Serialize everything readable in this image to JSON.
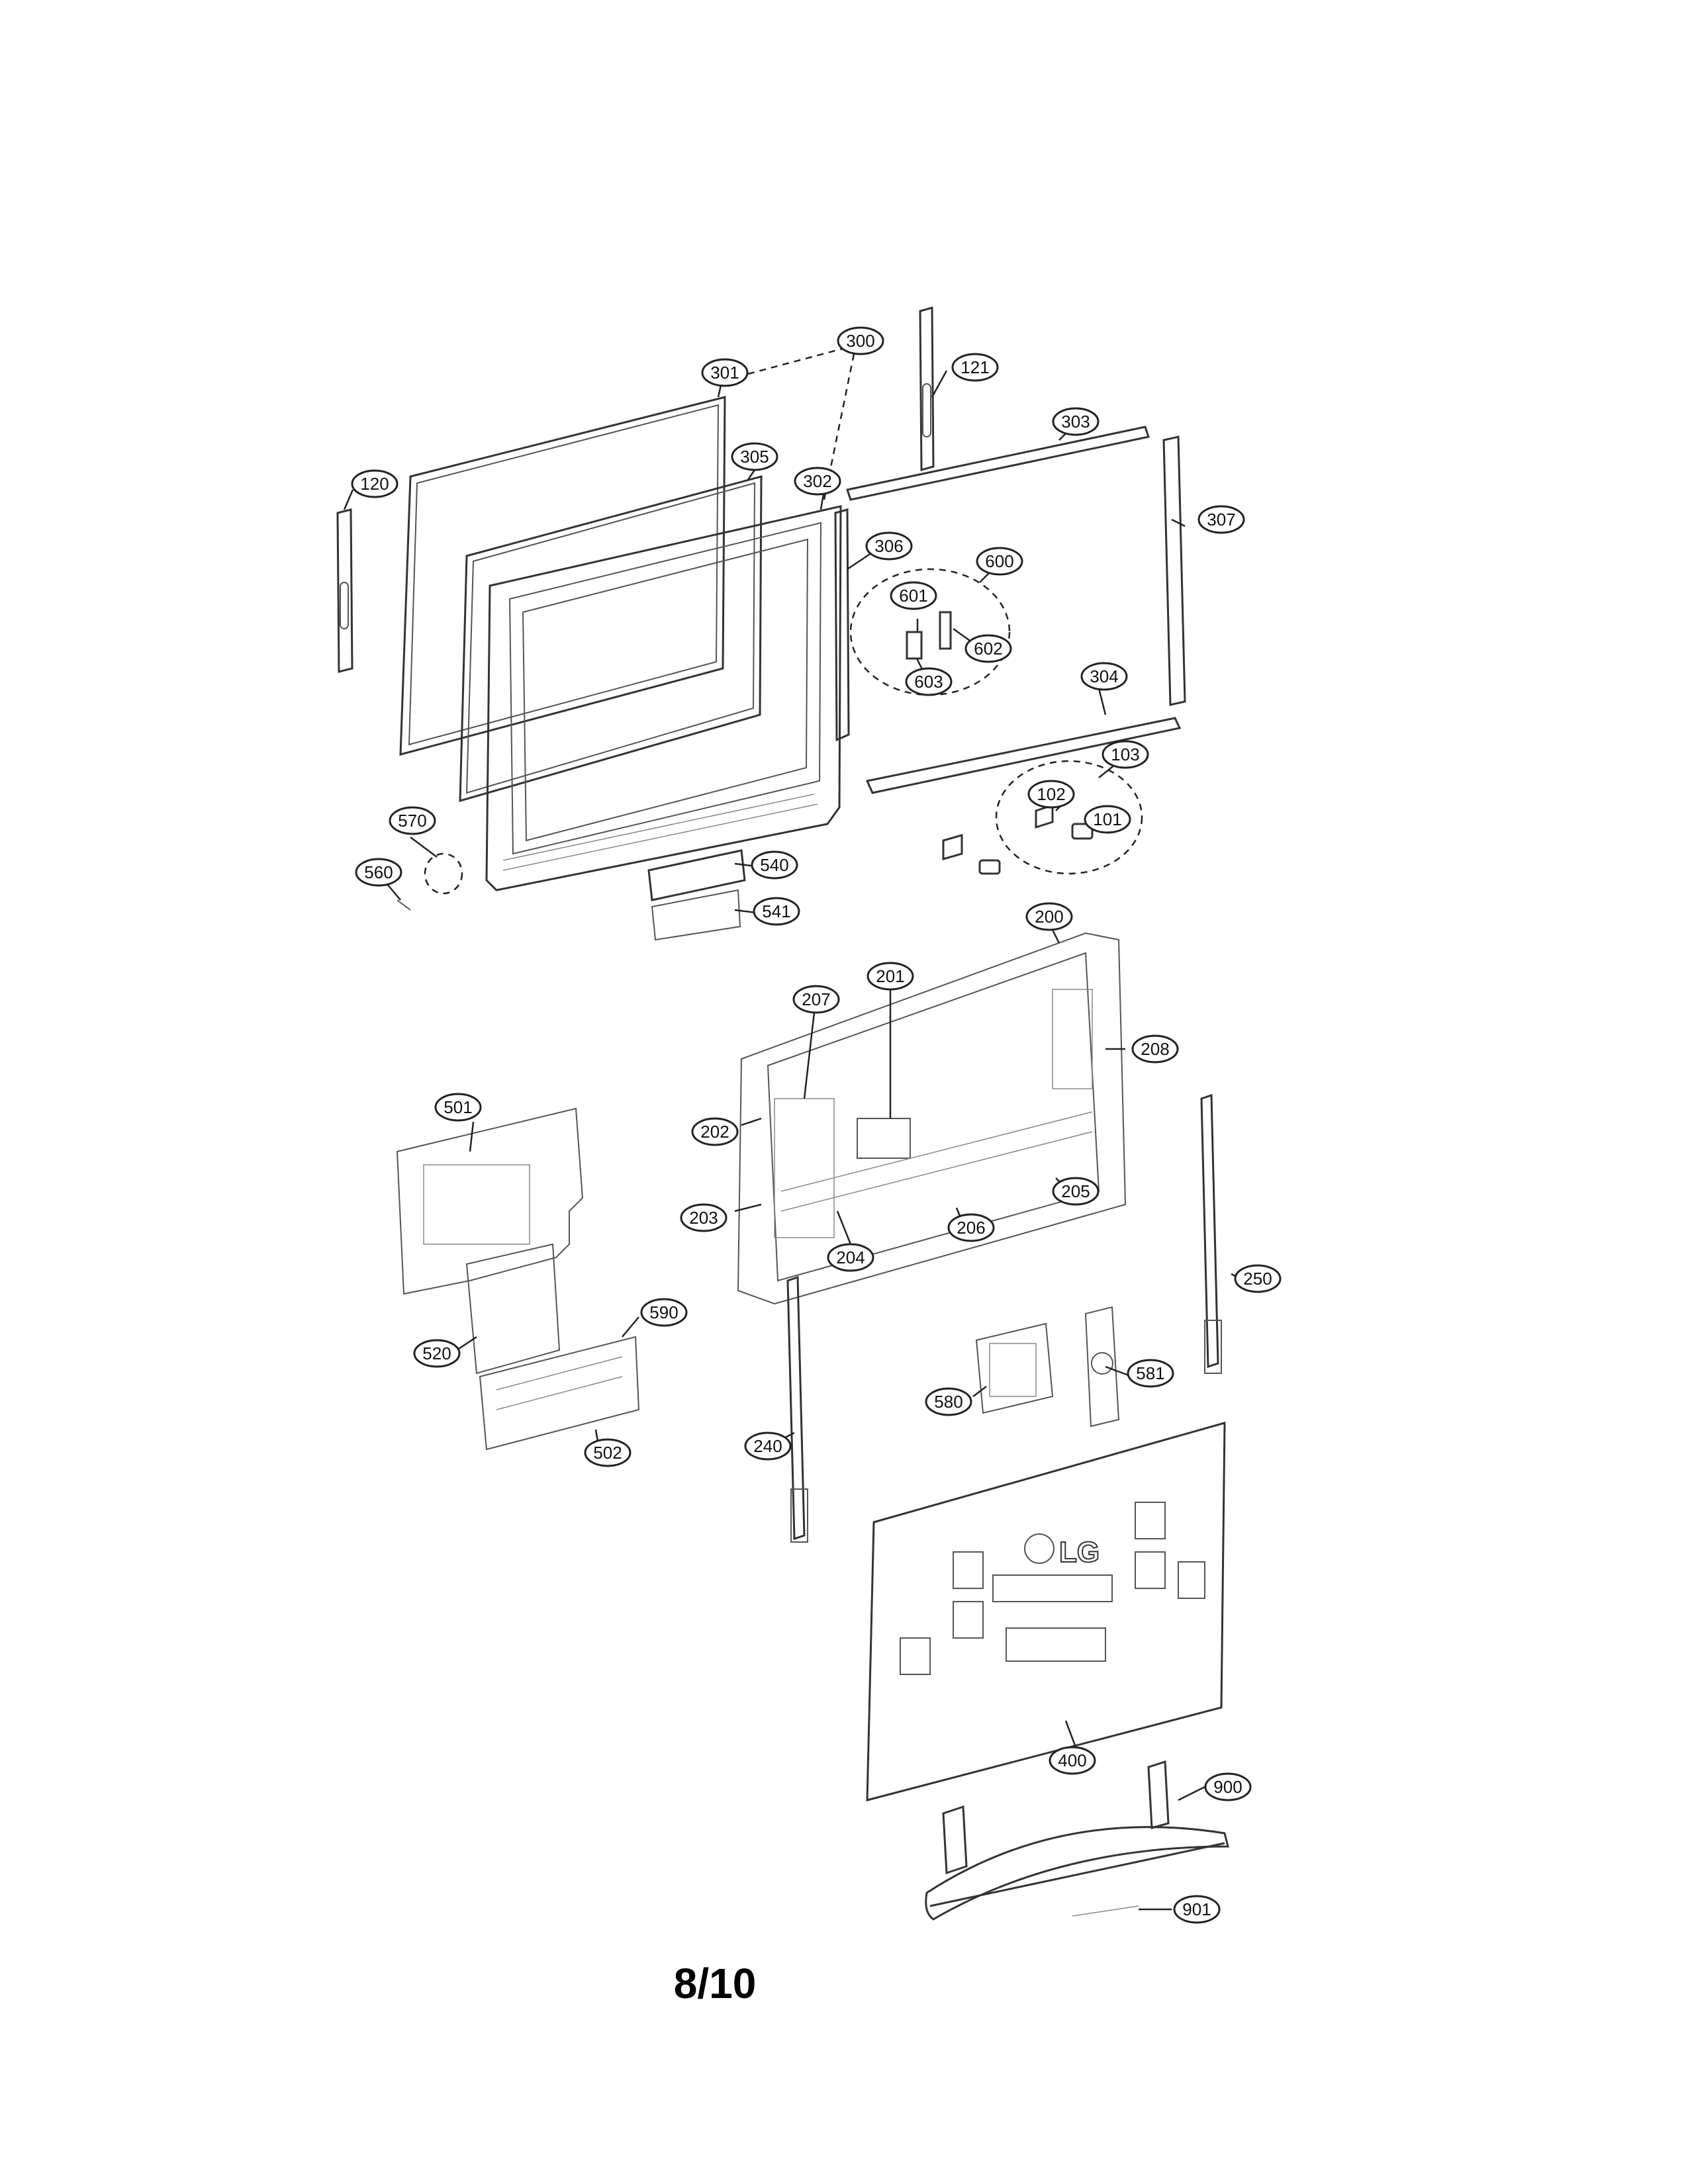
{
  "diagram": {
    "brand_logo": "LG",
    "callouts": [
      "101",
      "102",
      "103",
      "120",
      "121",
      "200",
      "201",
      "202",
      "203",
      "204",
      "205",
      "206",
      "207",
      "208",
      "240",
      "250",
      "300",
      "301",
      "302",
      "303",
      "304",
      "305",
      "306",
      "307",
      "400",
      "501",
      "502",
      "520",
      "540",
      "541",
      "560",
      "570",
      "580",
      "581",
      "590",
      "600",
      "601",
      "602",
      "603",
      "900",
      "901"
    ]
  },
  "page": {
    "number": "8/10"
  }
}
